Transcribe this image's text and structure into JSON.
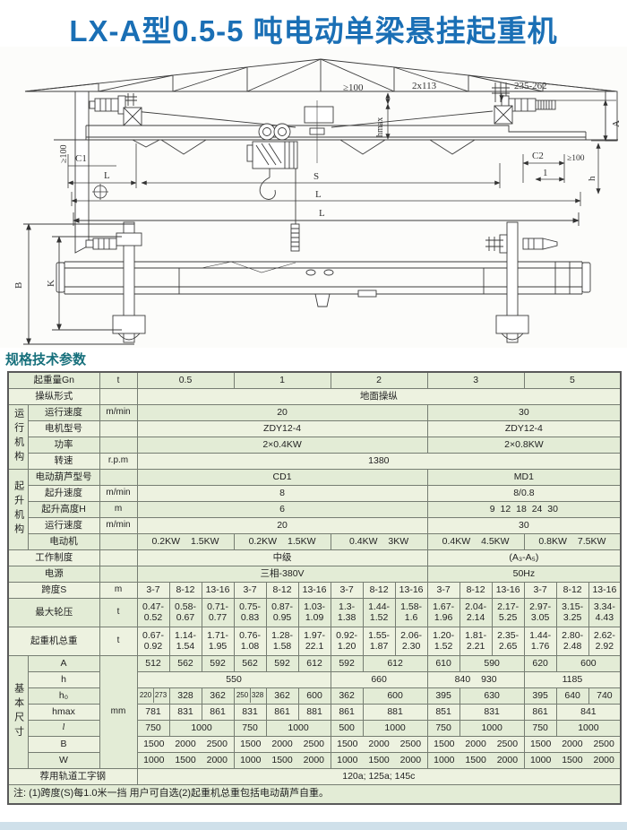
{
  "header": {
    "title": "LX-A型0.5-5 吨电动单梁悬挂起重机"
  },
  "section": {
    "label": "规格技术参数"
  },
  "colors": {
    "title_blue": "#1a6fb5",
    "section_teal": "#17707c",
    "row_green": "#e3ecd6",
    "row_cream": "#edf2e0",
    "footer_strip": "#cfe0ea"
  },
  "drawing": {
    "labels": {
      "gap_top": "≥100",
      "bolt_spacing": "2x113",
      "end_clearance": "235-262",
      "hmax": "hmax",
      "a_dim": "A",
      "gap_left": "≥100",
      "c1": "C1",
      "l_front": "L",
      "span": "S",
      "c2": "C2",
      "one": "1",
      "gap_right": "≥100",
      "h_dim": "h",
      "l_mid": "L",
      "l_plan": "L",
      "b_dim": "B",
      "k_dim": "K"
    }
  },
  "table": {
    "rows": [
      {
        "cells": [
          {
            "t": "起重量Gn",
            "cs": 2,
            "cls": "lab"
          },
          {
            "t": "t",
            "cls": "unit"
          },
          {
            "t": "0.5",
            "cs": 3
          },
          {
            "t": "1",
            "cs": 3
          },
          {
            "t": "2",
            "cs": 3
          },
          {
            "t": "3",
            "cs": 3
          },
          {
            "t": "5",
            "cs": 3
          }
        ]
      },
      {
        "cells": [
          {
            "t": "操纵形式",
            "cs": 2,
            "cls": "lab"
          },
          {
            "t": "",
            "cls": "unit"
          },
          {
            "t": "地面操纵",
            "cs": 15
          }
        ]
      },
      {
        "cells": [
          {
            "t": "运行机构",
            "rs": 4,
            "cls": "vert"
          },
          {
            "t": "运行速度",
            "cls": "lab"
          },
          {
            "t": "m/min",
            "cls": "unit"
          },
          {
            "t": "20",
            "cs": 9
          },
          {
            "t": "30",
            "cs": 6
          }
        ]
      },
      {
        "cells": [
          {
            "t": "电机型号",
            "cls": "lab"
          },
          {
            "t": "",
            "cls": "unit"
          },
          {
            "t": "ZDY12-4",
            "cs": 9
          },
          {
            "t": "ZDY12-4",
            "cs": 6
          }
        ]
      },
      {
        "cells": [
          {
            "t": "功率",
            "cls": "lab"
          },
          {
            "t": "",
            "cls": "unit"
          },
          {
            "t": "2×0.4KW",
            "cs": 9
          },
          {
            "t": "2×0.8KW",
            "cs": 6
          }
        ]
      },
      {
        "cells": [
          {
            "t": "转速",
            "cls": "lab"
          },
          {
            "t": "r.p.m",
            "cls": "unit"
          },
          {
            "t": "1380",
            "cs": 15
          }
        ]
      },
      {
        "cells": [
          {
            "t": "起升机构",
            "rs": 5,
            "cls": "vert"
          },
          {
            "t": "电动葫芦型号",
            "cls": "lab"
          },
          {
            "t": "",
            "cls": "unit"
          },
          {
            "t": "CD1",
            "cs": 9
          },
          {
            "t": "MD1",
            "cs": 6
          }
        ]
      },
      {
        "cells": [
          {
            "t": "起升速度",
            "cls": "lab"
          },
          {
            "t": "m/min",
            "cls": "unit"
          },
          {
            "t": "8",
            "cs": 9
          },
          {
            "t": "8/0.8",
            "cs": 6
          }
        ]
      },
      {
        "cells": [
          {
            "t": "起升高度H",
            "cls": "lab"
          },
          {
            "t": "m",
            "cls": "unit"
          },
          {
            "t": "6",
            "cs": 9
          },
          {
            "t": "9 12 18 24 30",
            "cs": 6,
            "cls": "sp2"
          }
        ]
      },
      {
        "cells": [
          {
            "t": "运行速度",
            "cls": "lab"
          },
          {
            "t": "m/min",
            "cls": "unit"
          },
          {
            "t": "20",
            "cs": 9
          },
          {
            "t": "30",
            "cs": 6
          }
        ]
      },
      {
        "cells": [
          {
            "t": "电动机",
            "cls": "lab"
          },
          {
            "t": "",
            "cls": "unit"
          },
          {
            "t": "0.2KW 1.5KW",
            "cs": 3,
            "cls": "sp"
          },
          {
            "t": "0.2KW 1.5KW",
            "cs": 3,
            "cls": "sp"
          },
          {
            "t": "0.4KW 3KW",
            "cs": 3,
            "cls": "sp"
          },
          {
            "t": "0.4KW 4.5KW",
            "cs": 3,
            "cls": "sp"
          },
          {
            "t": "0.8KW 7.5KW",
            "cs": 3,
            "cls": "sp"
          }
        ]
      },
      {
        "cells": [
          {
            "t": "工作制度",
            "cs": 2,
            "cls": "lab"
          },
          {
            "t": "",
            "cls": "unit"
          },
          {
            "t": "中级",
            "cs": 9
          },
          {
            "t": "(A₃-A₅)",
            "cs": 6
          }
        ]
      },
      {
        "cells": [
          {
            "t": "电源",
            "cs": 2,
            "cls": "lab"
          },
          {
            "t": "",
            "cls": "unit"
          },
          {
            "t": "三相-380V",
            "cs": 9
          },
          {
            "t": "50Hz",
            "cs": 6
          }
        ]
      },
      {
        "cells": [
          {
            "t": "跨度S",
            "cs": 2,
            "cls": "lab"
          },
          {
            "t": "m",
            "cls": "unit"
          },
          {
            "t": "3-7"
          },
          {
            "t": "8-12"
          },
          {
            "t": "13-16"
          },
          {
            "t": "3-7"
          },
          {
            "t": "8-12"
          },
          {
            "t": "13-16"
          },
          {
            "t": "3-7"
          },
          {
            "t": "8-12"
          },
          {
            "t": "13-16"
          },
          {
            "t": "3-7"
          },
          {
            "t": "8-12"
          },
          {
            "t": "13-16"
          },
          {
            "t": "3-7"
          },
          {
            "t": "8-12"
          },
          {
            "t": "13-16"
          }
        ]
      },
      {
        "h": 32,
        "cells": [
          {
            "t": "最大轮压",
            "cs": 2,
            "cls": "lab"
          },
          {
            "t": "t",
            "cls": "unit"
          },
          {
            "t": [
              "0.47-",
              "0.52"
            ]
          },
          {
            "t": [
              "0.58-",
              "0.67"
            ]
          },
          {
            "t": [
              "0.71-",
              "0.77"
            ]
          },
          {
            "t": [
              "0.75-",
              "0.83"
            ]
          },
          {
            "t": [
              "0.87-",
              "0.95"
            ]
          },
          {
            "t": [
              "1.03-",
              "1.09"
            ]
          },
          {
            "t": [
              "1.3-",
              "1.38"
            ]
          },
          {
            "t": [
              "1.44-",
              "1.52"
            ]
          },
          {
            "t": [
              "1.58-",
              "1.6"
            ]
          },
          {
            "t": [
              "1.67-",
              "1.96"
            ]
          },
          {
            "t": [
              "2.04-",
              "2.14"
            ]
          },
          {
            "t": [
              "2.17-",
              "5.25"
            ]
          },
          {
            "t": [
              "2.97-",
              "3.05"
            ]
          },
          {
            "t": [
              "3.15-",
              "3.25"
            ]
          },
          {
            "t": [
              "3.34-",
              "4.43"
            ]
          }
        ]
      },
      {
        "h": 32,
        "cells": [
          {
            "t": "起重机总重",
            "cs": 2,
            "cls": "lab"
          },
          {
            "t": "t",
            "cls": "unit"
          },
          {
            "t": [
              "0.67-",
              "0.92"
            ]
          },
          {
            "t": [
              "1.14-",
              "1.54"
            ]
          },
          {
            "t": [
              "1.71-",
              "1.95"
            ]
          },
          {
            "t": [
              "0.76-",
              "1.08"
            ]
          },
          {
            "t": [
              "1.28-",
              "1.58"
            ]
          },
          {
            "t": [
              "1.97-",
              "22.1"
            ]
          },
          {
            "t": [
              "0.92-",
              "1.20"
            ]
          },
          {
            "t": [
              "1.55-",
              "1.87"
            ]
          },
          {
            "t": [
              "2.06-",
              "2.30"
            ]
          },
          {
            "t": [
              "1.20-",
              "1.52"
            ]
          },
          {
            "t": [
              "1.81-",
              "2.21"
            ]
          },
          {
            "t": [
              "2.35-",
              "2.65"
            ]
          },
          {
            "t": [
              "1.44-",
              "1.76"
            ]
          },
          {
            "t": [
              "2.80-",
              "2.48"
            ]
          },
          {
            "t": [
              "2.62-",
              "2.92"
            ]
          }
        ]
      },
      {
        "cells": [
          {
            "t": "基本尺寸",
            "rs": 7,
            "cls": "vert"
          },
          {
            "t": "A",
            "cls": "lab"
          },
          {
            "t": "mm",
            "rs": 7,
            "cls": "unit"
          },
          {
            "t": "512"
          },
          {
            "t": "562"
          },
          {
            "t": "592"
          },
          {
            "t": "562"
          },
          {
            "t": "592"
          },
          {
            "t": "612"
          },
          {
            "t": "592"
          },
          {
            "t": "612",
            "cs": 2
          },
          {
            "t": "610"
          },
          {
            "t": "590",
            "cs": 2
          },
          {
            "t": "620"
          },
          {
            "t": "600",
            "cs": 2
          }
        ]
      },
      {
        "cells": [
          {
            "t": "h",
            "cls": "lab"
          },
          {
            "t": "550",
            "cs": 6
          },
          {
            "t": "660",
            "cs": 3
          },
          {
            "t": "840 930",
            "cs": 3,
            "cls": "sp"
          },
          {
            "t": "1185",
            "cs": 3
          }
        ]
      },
      {
        "cells": [
          {
            "t": "h₀",
            "cls": "lab"
          },
          {
            "t": [
              "220",
              "273"
            ],
            "cls": "split"
          },
          {
            "t": "328"
          },
          {
            "t": "362"
          },
          {
            "t": [
              "250",
              "328"
            ],
            "cls": "split"
          },
          {
            "t": "362"
          },
          {
            "t": "600"
          },
          {
            "t": "362"
          },
          {
            "t": "600",
            "cs": 2
          },
          {
            "t": "395"
          },
          {
            "t": "630",
            "cs": 2
          },
          {
            "t": "395"
          },
          {
            "t": "640"
          },
          {
            "t": "740"
          }
        ]
      },
      {
        "cells": [
          {
            "t": "hmax",
            "cls": "lab"
          },
          {
            "t": "781"
          },
          {
            "t": "831"
          },
          {
            "t": "861"
          },
          {
            "t": "831"
          },
          {
            "t": "861"
          },
          {
            "t": "881"
          },
          {
            "t": "861"
          },
          {
            "t": "881",
            "cs": 2
          },
          {
            "t": "851"
          },
          {
            "t": "831",
            "cs": 2
          },
          {
            "t": "861"
          },
          {
            "t": "841",
            "cs": 2
          }
        ]
      },
      {
        "cells": [
          {
            "t": "l",
            "cls": "lab ital"
          },
          {
            "t": "750"
          },
          {
            "t": "1000",
            "cs": 2
          },
          {
            "t": "750"
          },
          {
            "t": "1000",
            "cs": 2
          },
          {
            "t": "500"
          },
          {
            "t": "1000",
            "cs": 2
          },
          {
            "t": "750"
          },
          {
            "t": "1000",
            "cs": 2
          },
          {
            "t": "750"
          },
          {
            "t": "1000",
            "cs": 2
          }
        ]
      },
      {
        "cells": [
          {
            "t": "B",
            "cls": "lab"
          },
          {
            "t": "1500 2000 2500",
            "cs": 3,
            "cls": "sp"
          },
          {
            "t": "1500 2000 2500",
            "cs": 3,
            "cls": "sp"
          },
          {
            "t": "1500 2000 2500",
            "cs": 3,
            "cls": "sp"
          },
          {
            "t": "1500 2000 2500",
            "cs": 3,
            "cls": "sp"
          },
          {
            "t": "1500 2000 2500",
            "cs": 3,
            "cls": "sp"
          }
        ]
      },
      {
        "cells": [
          {
            "t": "W",
            "cls": "lab"
          },
          {
            "t": "1000 1500 2000",
            "cs": 3,
            "cls": "sp"
          },
          {
            "t": "1000 1500 2000",
            "cs": 3,
            "cls": "sp"
          },
          {
            "t": "1000 1500 2000",
            "cs": 3,
            "cls": "sp"
          },
          {
            "t": "1000 1500 2000",
            "cs": 3,
            "cls": "sp"
          },
          {
            "t": "1000 1500 2000",
            "cs": 3,
            "cls": "sp"
          }
        ]
      },
      {
        "cells": [
          {
            "t": "荐用轨道工字钢",
            "cs": 3,
            "cls": "lab"
          },
          {
            "t": "120a; 125a; 145c",
            "cs": 15
          }
        ]
      },
      {
        "h": 22,
        "cells": [
          {
            "t": "注: (1)跨度(S)每1.0米一挡  用户可自选(2)起重机总重包括电动葫芦自重。",
            "cs": 18,
            "cls": "note"
          }
        ]
      }
    ]
  }
}
